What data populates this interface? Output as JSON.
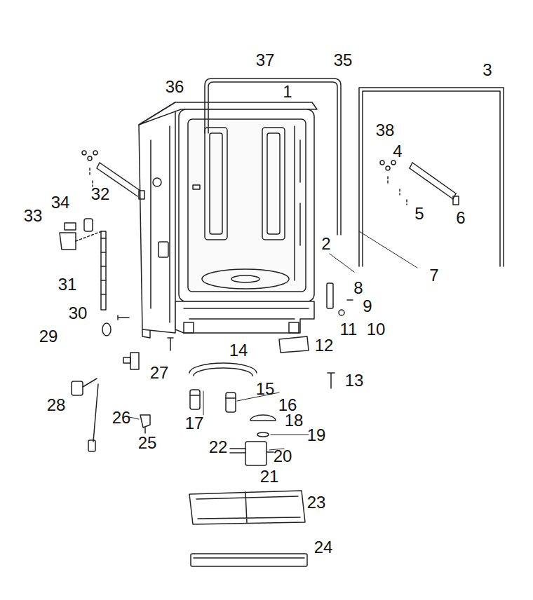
{
  "diagram": {
    "labels": [
      "37",
      "35",
      "3",
      "36",
      "1",
      "38",
      "4",
      "33",
      "34",
      "32",
      "5",
      "6",
      "2",
      "31",
      "7",
      "8",
      "9",
      "30",
      "10",
      "11",
      "29",
      "12",
      "14",
      "27",
      "13",
      "15",
      "16",
      "28",
      "26",
      "17",
      "18",
      "19",
      "25",
      "22",
      "20",
      "21",
      "23",
      "24"
    ]
  }
}
